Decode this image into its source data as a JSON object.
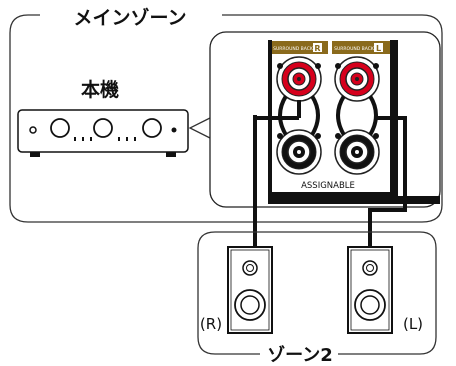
{
  "main_zone": {
    "label": "メインゾーン"
  },
  "receiver": {
    "label": "本機"
  },
  "terminal_panel": {
    "left_header": "SURROUND BACK",
    "left_channel": "R",
    "right_header": "SURROUND BACK",
    "right_channel": "L",
    "assignable_label": "ASSIGNABLE",
    "colors": {
      "positive": "#d6001c",
      "header_bg": "#8a6a1c",
      "panel_line": "#000000"
    }
  },
  "zone2": {
    "label": "ゾーン2",
    "speaker_right_label": "(R)",
    "speaker_left_label": "(L)"
  }
}
